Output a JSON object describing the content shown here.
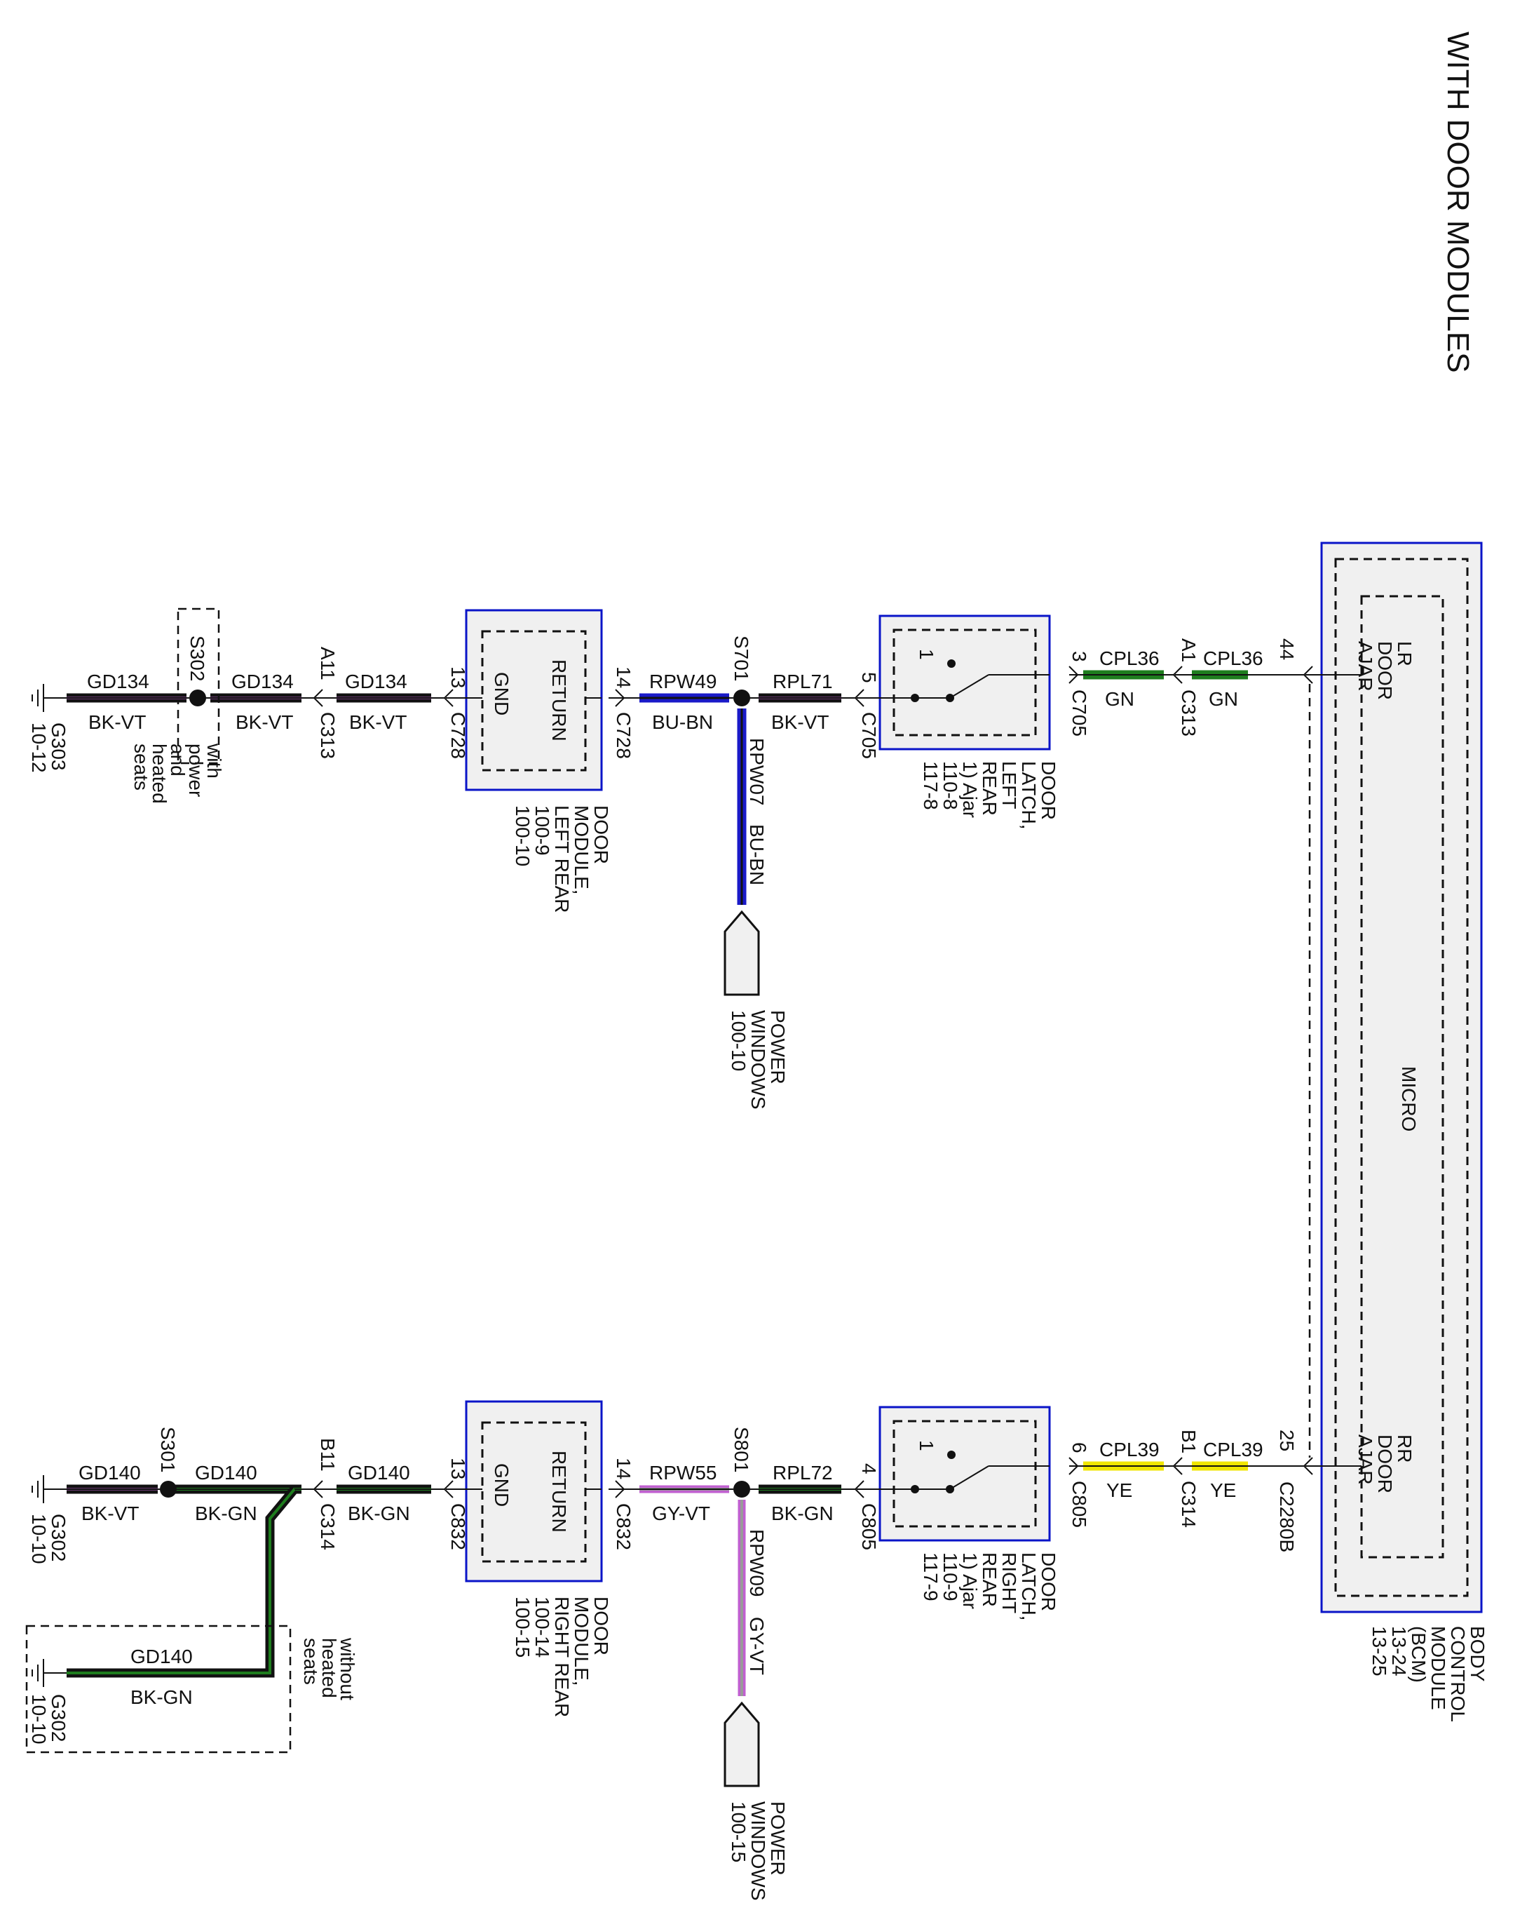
{
  "title": "WITH DOOR MODULES",
  "bcm": {
    "name_lines": [
      "BODY",
      "CONTROL",
      "MODULE",
      "(BCM)",
      "13-24",
      "13-25"
    ],
    "micro": "MICRO",
    "lr_lines": [
      "LR",
      "DOOR",
      "AJAR"
    ],
    "rr_lines": [
      "RR",
      "DOOR",
      "AJAR"
    ],
    "lr_pin": "44",
    "rr_pin": "25",
    "rr_connector": "C2280B"
  },
  "left": {
    "c313_pin": "A1",
    "c313": "C313",
    "cpl36_a": "CPL36",
    "gn_a": "GN",
    "cpl36_b": "CPL36",
    "gn_b": "GN",
    "latch_pin": "3",
    "latch_conn": "C705",
    "latch_lines": [
      "DOOR",
      "LATCH,",
      "LEFT",
      "REAR",
      "1) Ajar",
      "110-8",
      "117-8"
    ],
    "switch_num": "1",
    "latch_out_pin": "5",
    "latch_out_conn": "C705",
    "rpl": "RPL71",
    "rpl_color": "BK-VT",
    "splice": "S701",
    "rpw_main": "RPW49",
    "rpw_main_color": "BU-BN",
    "rpw_branch": "RPW07",
    "rpw_branch_color": "BU-BN",
    "pw_lines": [
      "POWER",
      "WINDOWS",
      "100-10"
    ],
    "dm_in_pin": "14",
    "dm_in_conn": "C728",
    "dm_return": "RETURN",
    "dm_gnd": "GND",
    "dm_lines": [
      "DOOR",
      "MODULE,",
      "LEFT REAR",
      "100-9",
      "100-10"
    ],
    "dm_out_pin": "13",
    "dm_out_conn": "C728",
    "gd_1": "GD134",
    "gd_1_color": "BK-VT",
    "c313b_pin": "A11",
    "c313b": "C313",
    "gd_2": "GD134",
    "gd_2_color": "BK-VT",
    "splice2": "S302",
    "opt_lines": [
      "with",
      "power",
      "and",
      "heated",
      "seats"
    ],
    "gd_3": "GD134",
    "gd_3_color": "BK-VT",
    "ground": "G303",
    "ground_ref": "10-12"
  },
  "right": {
    "c314_pin": "B1",
    "c314": "C314",
    "cpl39_a": "CPL39",
    "ye_a": "YE",
    "cpl39_b": "CPL39",
    "ye_b": "YE",
    "latch_pin": "6",
    "latch_conn": "C805",
    "latch_lines": [
      "DOOR",
      "LATCH,",
      "RIGHT",
      "REAR",
      "1) Ajar",
      "110-9",
      "117-9"
    ],
    "switch_num": "1",
    "latch_out_pin": "4",
    "latch_out_conn": "C805",
    "rpl": "RPL72",
    "rpl_color": "BK-GN",
    "splice": "S801",
    "rpw_main": "RPW55",
    "rpw_main_color": "GY-VT",
    "rpw_branch": "RPW09",
    "rpw_branch_color": "GY-VT",
    "pw_lines": [
      "POWER",
      "WINDOWS",
      "100-15"
    ],
    "dm_in_pin": "14",
    "dm_in_conn": "C832",
    "dm_return": "RETURN",
    "dm_gnd": "GND",
    "dm_lines": [
      "DOOR",
      "MODULE,",
      "RIGHT REAR",
      "100-14",
      "100-15"
    ],
    "dm_out_pin": "13",
    "dm_out_conn": "C832",
    "gd_1": "GD140",
    "gd_1_color": "BK-GN",
    "c314b_pin": "B11",
    "c314b": "C314",
    "gd_2": "GD140",
    "gd_2_color": "BK-GN",
    "splice2": "S301",
    "gd_3": "GD140",
    "gd_3_color": "BK-VT",
    "ground": "G302",
    "ground_ref": "10-10",
    "opt_lines": [
      "without",
      "heated",
      "seats"
    ],
    "gd_4": "GD140",
    "gd_4_color": "BK-GN",
    "ground2": "G302",
    "ground2_ref": "10-10"
  },
  "colors": {
    "block_border": "#0a14c8",
    "wire_green": "#1e7d1e",
    "wire_yellow": "#f0e600",
    "wire_blue": "#1a1ac8",
    "wire_violet": "#c060d0",
    "wire_gray": "#9a9a9a"
  }
}
